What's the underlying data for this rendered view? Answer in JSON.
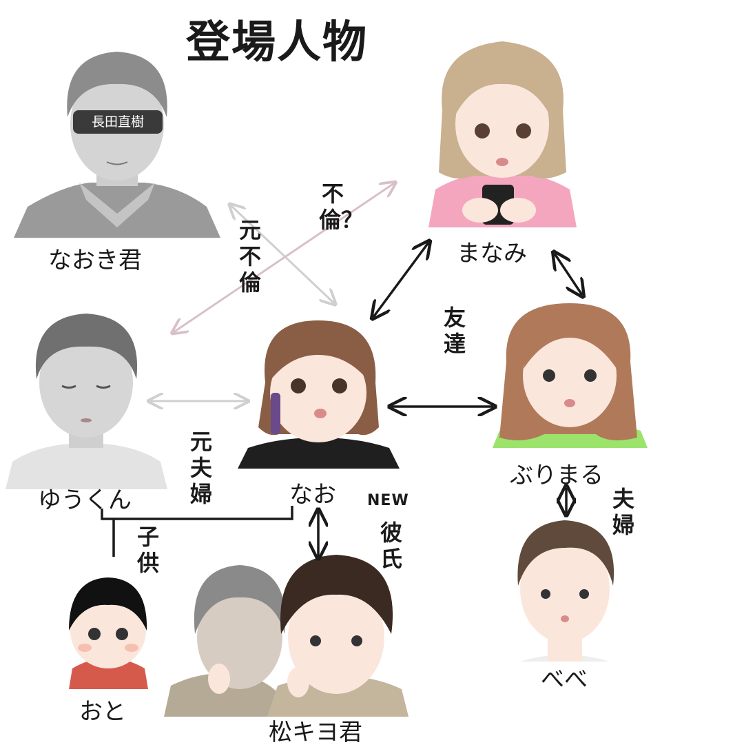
{
  "title": "登場人物",
  "people": {
    "naoki": "なおき君",
    "manami": "まなみ",
    "yuukun": "ゆうくん",
    "nao": "なお",
    "burimaru": "ぶりまる",
    "oto": "おと",
    "matsukiyo": "松キヨ君",
    "bebe": "べべ"
  },
  "naoki_eye_bar": "長田直樹",
  "relations": {
    "ex_affair": "元不倫",
    "affair_q": "不倫？",
    "friends": "友達",
    "ex_couple": "元夫婦",
    "child": "子供",
    "boyfriend": "彼氏",
    "new_badge": "NEW",
    "married": "夫婦"
  },
  "colors": {
    "arrow_dark": "#1a1a1a",
    "arrow_gray": "#cfcfcf",
    "arrow_pink": "#d9bfc9",
    "manami_top": "#f4a6bf",
    "burimaru_top": "#9be36b",
    "oto_shirt": "#d65a4c",
    "gray_person": "#8f8f8f"
  }
}
